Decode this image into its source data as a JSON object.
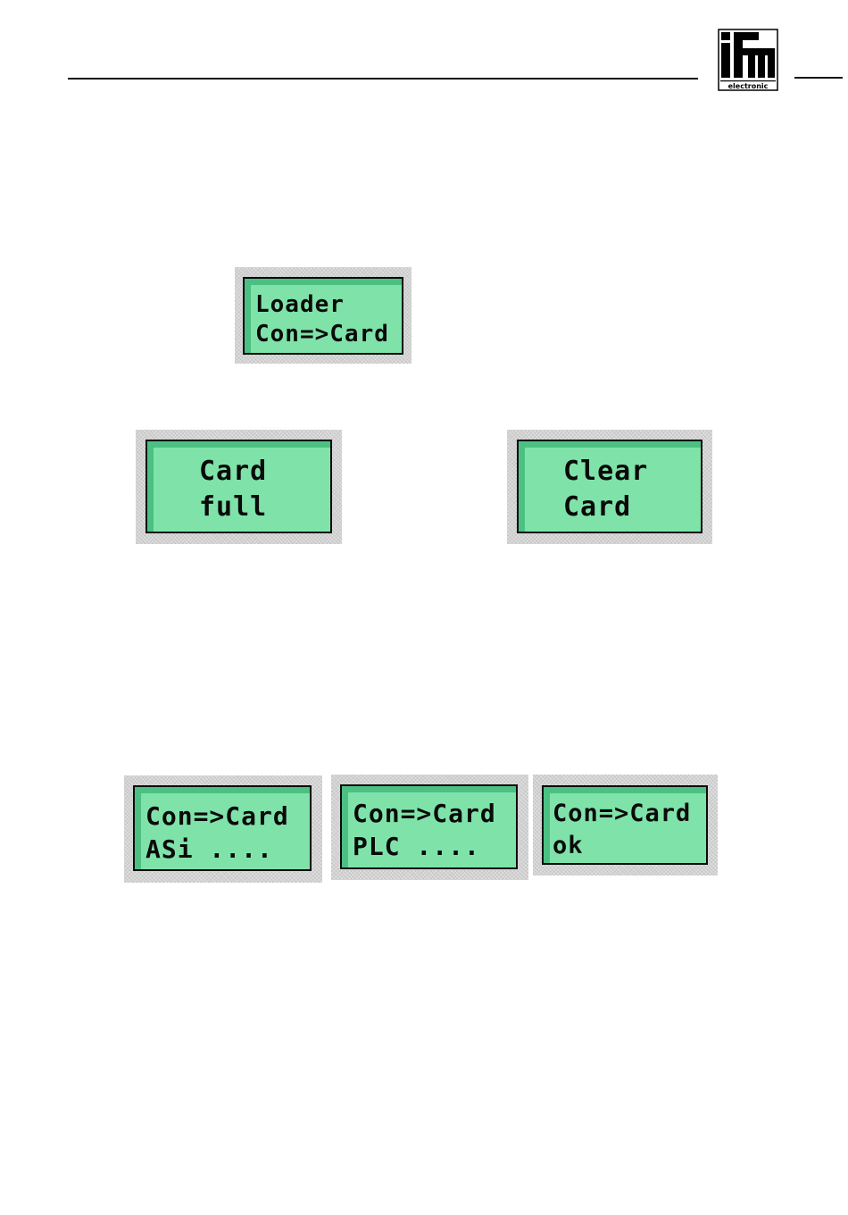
{
  "header": {
    "logo": {
      "icon": "ifm-logo-icon",
      "wordmark": "electronic"
    }
  },
  "displays": {
    "loader": {
      "line1": "Loader",
      "line2": "Con=>Card"
    },
    "card_full": {
      "line1": "Card",
      "line2": "full"
    },
    "clear_card": {
      "line1": "Clear",
      "line2": "Card"
    },
    "asi_progress": {
      "line1": "Con=>Card",
      "line2": "ASi ...."
    },
    "plc_progress": {
      "line1": "Con=>Card",
      "line2": "PLC ...."
    },
    "ok": {
      "line1": "Con=>Card",
      "line2": "ok"
    }
  }
}
